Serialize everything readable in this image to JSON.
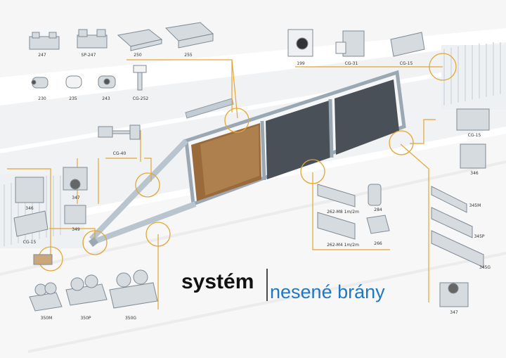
{
  "heading": {
    "bold": "systém",
    "light": "nesené brány",
    "accent": "#1f78c1"
  },
  "colors": {
    "leader": "#e3a634",
    "gate": "#c9d3dc",
    "mesh": "#4a5058",
    "wood": "#9a6a3a"
  },
  "parts": [
    {
      "label": "247"
    },
    {
      "label": "SP-247"
    },
    {
      "label": "250"
    },
    {
      "label": "255"
    },
    {
      "label": "230"
    },
    {
      "label": "235"
    },
    {
      "label": "243"
    },
    {
      "label": "CG-252"
    },
    {
      "label": "CG-40"
    },
    {
      "label": "199"
    },
    {
      "label": "CG-31"
    },
    {
      "label": "CG-15"
    },
    {
      "label": "CG-15"
    },
    {
      "label": "346"
    },
    {
      "label": "346"
    },
    {
      "label": "347"
    },
    {
      "label": "349"
    },
    {
      "label": "CG-15"
    },
    {
      "label": "262-M8 1m/2m"
    },
    {
      "label": "284"
    },
    {
      "label": "262-M4 1m/2m"
    },
    {
      "label": "266"
    },
    {
      "label": "345M"
    },
    {
      "label": "345P"
    },
    {
      "label": "345G"
    },
    {
      "label": "350M"
    },
    {
      "label": "350P"
    },
    {
      "label": "350G"
    },
    {
      "label": "347"
    }
  ]
}
